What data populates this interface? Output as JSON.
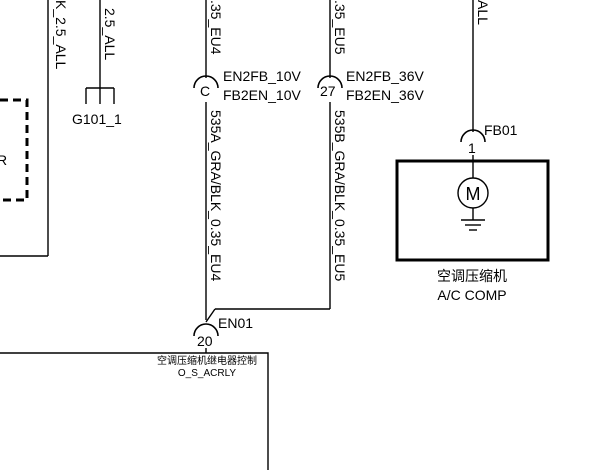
{
  "wires": {
    "left_partial": "K_2.5_ALL",
    "g101_wire": "2.5_ALL",
    "en4_top": ".35_EU4",
    "en5_top": ".35_EU5",
    "en4_wire": "535A_GRA/BLK_0.35_EU4",
    "en5_wire": "535B_GRA/BLK_0.35_EU5",
    "fb01_top": "ALL"
  },
  "ground": {
    "label": "G101_1"
  },
  "left_box": {
    "partial_text": "R"
  },
  "connectors": {
    "c": {
      "pin": "C",
      "line1": "EN2FB_10V",
      "line2": "FB2EN_10V"
    },
    "p27": {
      "pin": "27",
      "line1": "EN2FB_36V",
      "line2": "FB2EN_36V"
    },
    "p20": {
      "pin": "20",
      "label": "EN01"
    },
    "p1": {
      "pin": "1",
      "label": "FB01"
    }
  },
  "compressor": {
    "symbol": "M",
    "name_cn": "空调压缩机",
    "name_en": "A/C COMP"
  },
  "relay_module": {
    "name_cn": "空调压缩机继电器控制",
    "name_en": "O_S_ACRLY"
  }
}
